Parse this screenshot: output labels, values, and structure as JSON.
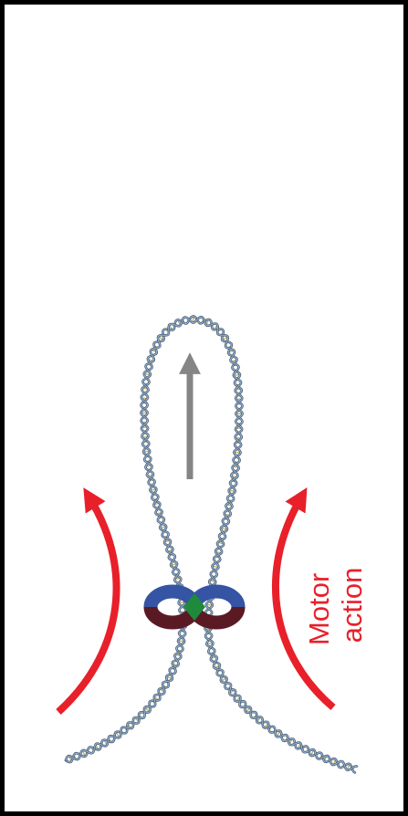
{
  "diagram": {
    "label_line1": "Motor",
    "label_line2": "action",
    "colors": {
      "frame": "#000000",
      "dna_strand_outer": "#4a5f78",
      "dna_strand_inner": "#9bb9d6",
      "dna_rung": "#c8b060",
      "motor_arrow": "#e8202a",
      "extrusion_arrow": "#858585",
      "ring_top": "#3554a4",
      "ring_bottom": "#5a1a24",
      "hinge": "#1f8a3c",
      "label": "#e8202a"
    },
    "icons": {
      "dna_loop": "double-helix-loop",
      "motor_complex": "figure-eight-ring-pair",
      "arrows": "curved-arrow-up"
    }
  }
}
